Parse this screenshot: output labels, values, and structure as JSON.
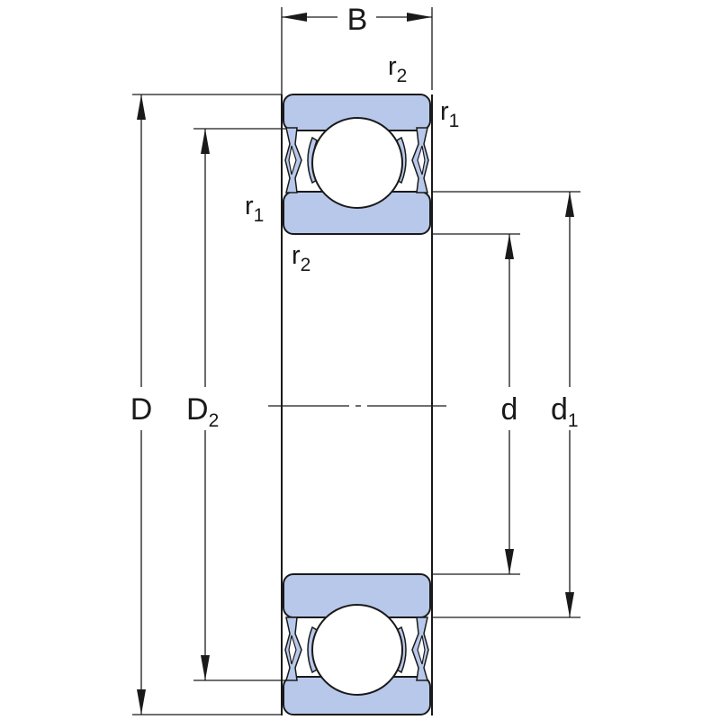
{
  "labels": {
    "B": "B",
    "D": "D",
    "D2_main": "D",
    "D2_sub": "2",
    "d": "d",
    "d1_main": "d",
    "d1_sub": "1",
    "r2_top_main": "r",
    "r2_top_sub": "2",
    "r1_top_main": "r",
    "r1_top_sub": "1",
    "r1_left_main": "r",
    "r1_left_sub": "1",
    "r2_left_main": "r",
    "r2_left_sub": "2"
  },
  "colors": {
    "ring_fill": "#b8c8ea",
    "outline": "#1a1a1a",
    "background": "#ffffff"
  }
}
